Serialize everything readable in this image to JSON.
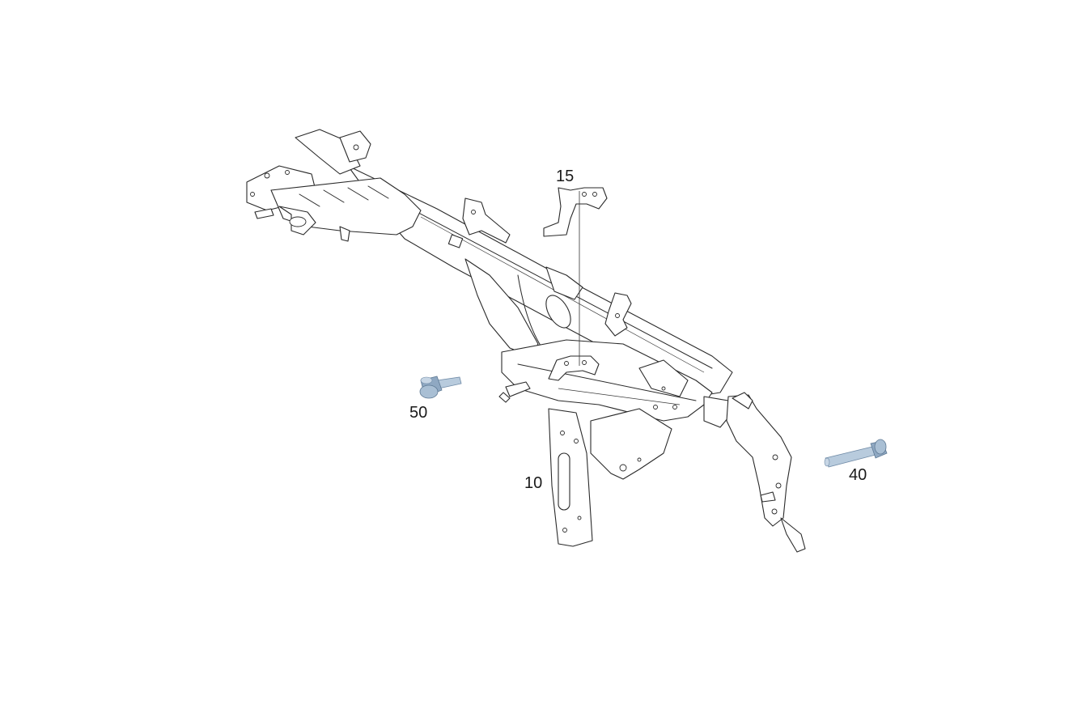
{
  "diagram": {
    "parts": [
      {
        "id": "frame",
        "callout": "10"
      },
      {
        "id": "bracket",
        "callout": "15"
      },
      {
        "id": "bolt-long",
        "callout": "40"
      },
      {
        "id": "bolt-short",
        "callout": "50"
      }
    ],
    "colors": {
      "line": "#2a2a2a",
      "bolt_fill": "#a9bfd4",
      "bolt_dark": "#6f8aa6",
      "background": "#ffffff"
    }
  }
}
